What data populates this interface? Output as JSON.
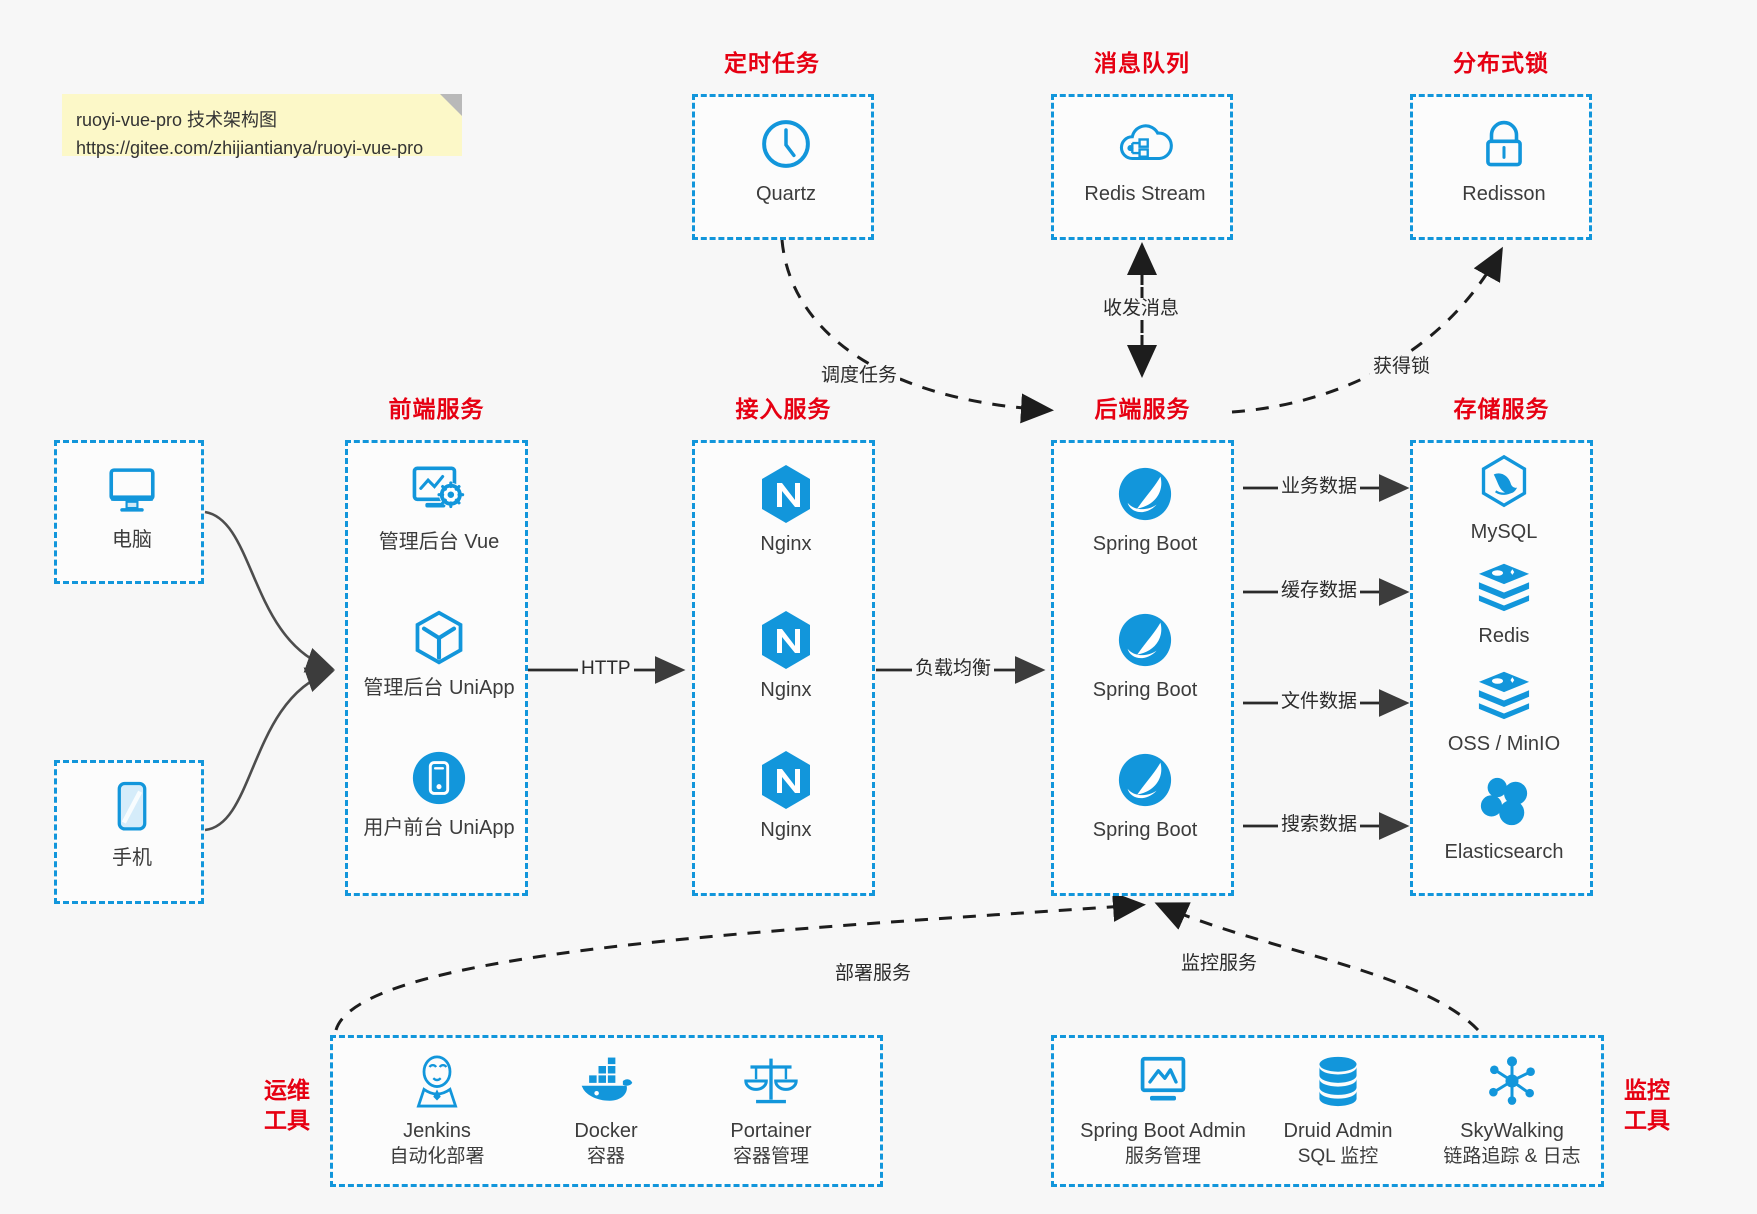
{
  "note": {
    "name": "sticky-note",
    "line1": "ruoyi-vue-pro 技术架构图",
    "line2": "https://gitee.com/zhijiantianya/ruoyi-vue-pro"
  },
  "colors": {
    "accent_blue": "#1296db",
    "title_red": "#e60012",
    "icon_blue": "#1296db",
    "arrow_gray": "#3c3c3c",
    "canvas": "#f7f7f7",
    "note_yellow": "#fcf8c8"
  },
  "groups": {
    "scheduler": {
      "title": "定时任务",
      "items": [
        {
          "label": "Quartz",
          "icon": "clock-icon"
        }
      ]
    },
    "mq": {
      "title": "消息队列",
      "items": [
        {
          "label": "Redis Stream",
          "icon": "cloud-network-icon"
        }
      ]
    },
    "lock": {
      "title": "分布式锁",
      "items": [
        {
          "label": "Redisson",
          "icon": "lock-icon"
        }
      ]
    },
    "clients": {
      "items": [
        {
          "label": "电脑",
          "icon": "desktop-icon"
        },
        {
          "label": "手机",
          "icon": "mobile-icon"
        }
      ]
    },
    "frontend": {
      "title": "前端服务",
      "items": [
        {
          "label": "管理后台 Vue",
          "icon": "dashboard-gear-icon"
        },
        {
          "label": "管理后台 UniApp",
          "icon": "cube-icon"
        },
        {
          "label": "用户前台 UniApp",
          "icon": "phone-round-icon"
        }
      ]
    },
    "gateway": {
      "title": "接入服务",
      "items": [
        {
          "label": "Nginx",
          "icon": "nginx-icon"
        },
        {
          "label": "Nginx",
          "icon": "nginx-icon"
        },
        {
          "label": "Nginx",
          "icon": "nginx-icon"
        }
      ]
    },
    "backend": {
      "title": "后端服务",
      "items": [
        {
          "label": "Spring Boot",
          "icon": "spring-leaf-icon"
        },
        {
          "label": "Spring Boot",
          "icon": "spring-leaf-icon"
        },
        {
          "label": "Spring Boot",
          "icon": "spring-leaf-icon"
        }
      ]
    },
    "storage": {
      "title": "存储服务",
      "items": [
        {
          "label": "MySQL",
          "icon": "mysql-dolphin-icon"
        },
        {
          "label": "Redis",
          "icon": "redis-stack-icon"
        },
        {
          "label": "OSS / MinIO",
          "icon": "redis-stack-icon"
        },
        {
          "label": "Elasticsearch",
          "icon": "elasticsearch-icon"
        }
      ]
    },
    "devops": {
      "title": "运维\n工具",
      "title_line1": "运维",
      "title_line2": "工具",
      "items": [
        {
          "label": "Jenkins",
          "sub": "自动化部署",
          "icon": "jenkins-butler-icon"
        },
        {
          "label": "Docker",
          "sub": "容器",
          "icon": "docker-whale-icon"
        },
        {
          "label": "Portainer",
          "sub": "容器管理",
          "icon": "scales-icon"
        }
      ]
    },
    "monitor": {
      "title_line1": "监控",
      "title_line2": "工具",
      "items": [
        {
          "label": "Spring Boot Admin",
          "sub": "服务管理",
          "icon": "monitor-chart-icon"
        },
        {
          "label": "Druid Admin",
          "sub": "SQL 监控",
          "icon": "database-icon"
        },
        {
          "label": "SkyWalking",
          "sub": "链路追踪 & 日志",
          "icon": "skywalking-node-icon"
        }
      ]
    }
  },
  "edges": [
    {
      "id": "edge-http",
      "label": "HTTP"
    },
    {
      "id": "edge-lb",
      "label": "负载均衡"
    },
    {
      "id": "edge-schedule",
      "label": "调度任务"
    },
    {
      "id": "edge-message",
      "label": "收发消息"
    },
    {
      "id": "edge-lock",
      "label": "获得锁"
    },
    {
      "id": "edge-biz-data",
      "label": "业务数据"
    },
    {
      "id": "edge-cache-data",
      "label": "缓存数据"
    },
    {
      "id": "edge-file-data",
      "label": "文件数据"
    },
    {
      "id": "edge-search-data",
      "label": "搜索数据"
    },
    {
      "id": "edge-deploy",
      "label": "部署服务"
    },
    {
      "id": "edge-monitor",
      "label": "监控服务"
    }
  ]
}
